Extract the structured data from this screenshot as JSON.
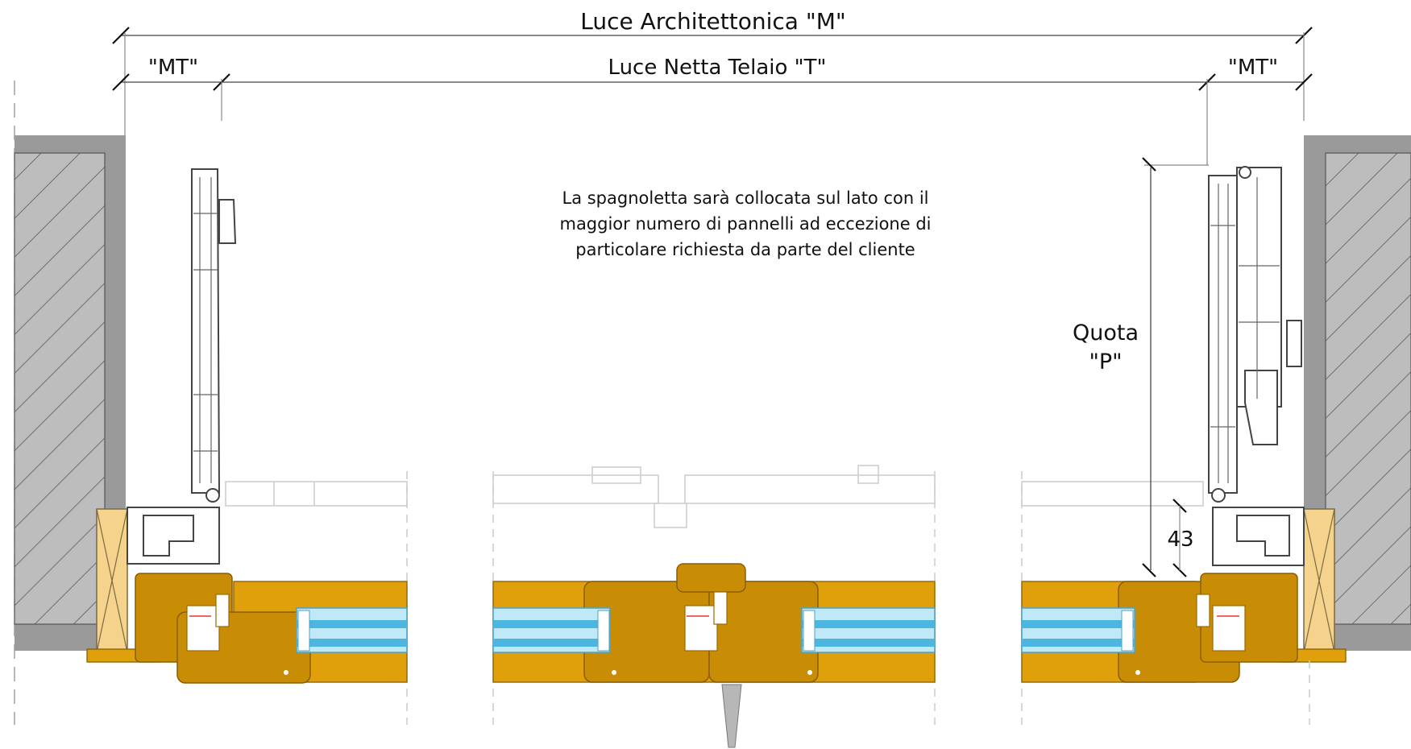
{
  "dimensions": {
    "overall_label": "Luce Architettonica \"M\"",
    "net_label": "Luce Netta Telaio \"T\"",
    "mt_left_label": "\"MT\"",
    "mt_right_label": "\"MT\"",
    "quota_line1": "Quota",
    "quota_line2": "\"P\"",
    "small_value": "43"
  },
  "note": {
    "line1": "La spagnoletta sarà collocata sul lato con il",
    "line2": "maggior numero di pannelli ad eccezione di",
    "line3": "particolare richiesta da parte del cliente"
  },
  "colors": {
    "wood": "#e0a00c",
    "glass": "#bfe9f6",
    "wall": "#9a9a9a",
    "shim": "#f6d38c"
  }
}
